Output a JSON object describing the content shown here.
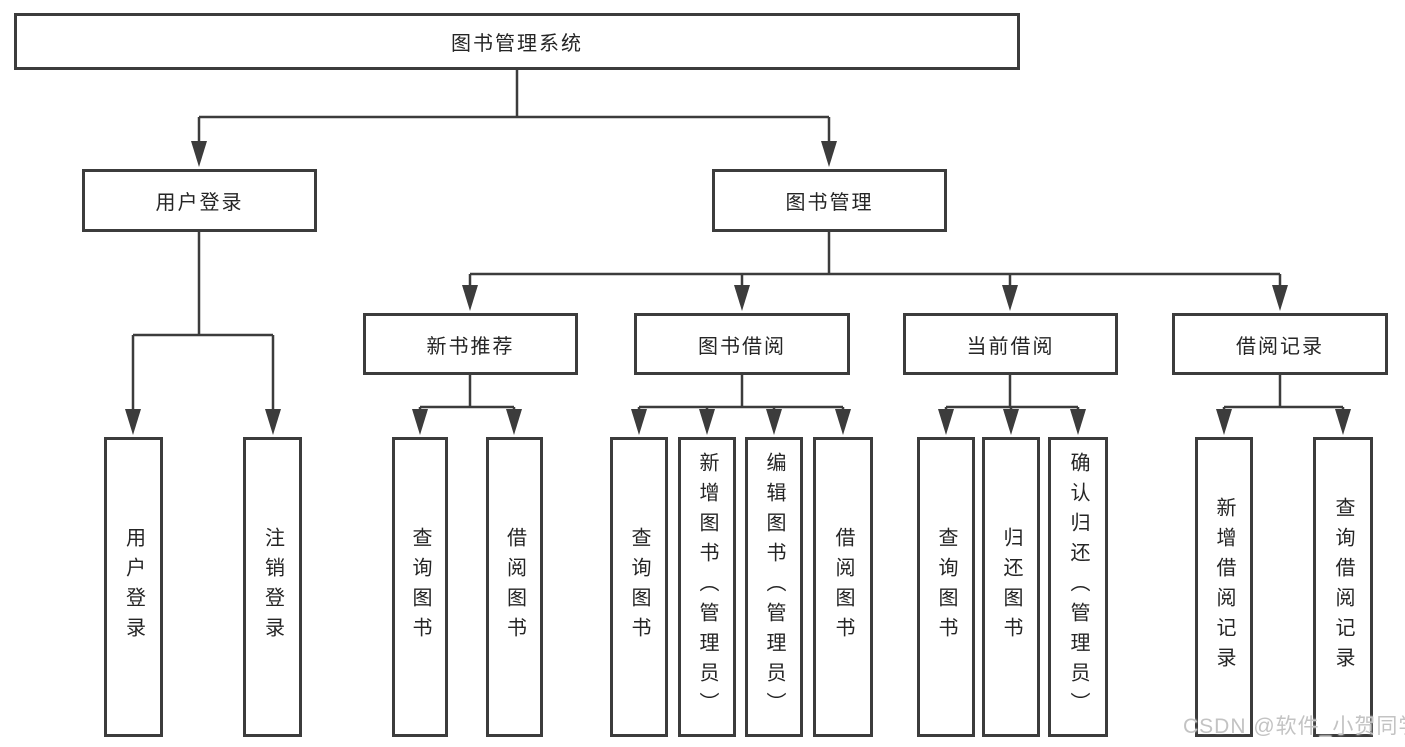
{
  "diagram_type": "hierarchy-tree",
  "colors": {
    "line": "#3c3c3c",
    "box_border": "#3c3c3c",
    "text": "#252525",
    "background": "#ffffff",
    "watermark": "#c3c3c3"
  },
  "tree": {
    "root": {
      "label": "图书管理系统"
    },
    "branches": [
      {
        "label": "用户登录",
        "children": [
          {
            "label": "用户登录"
          },
          {
            "label": "注销登录"
          }
        ]
      },
      {
        "label": "图书管理",
        "children": [
          {
            "label": "新书推荐",
            "children": [
              {
                "label": "查询图书"
              },
              {
                "label": "借阅图书"
              }
            ]
          },
          {
            "label": "图书借阅",
            "children": [
              {
                "label": "查询图书"
              },
              {
                "label": "新增图书（管理员）"
              },
              {
                "label": "编辑图书（管理员）"
              },
              {
                "label": "借阅图书"
              }
            ]
          },
          {
            "label": "当前借阅",
            "children": [
              {
                "label": "查询图书"
              },
              {
                "label": "归还图书"
              },
              {
                "label": "确认归还（管理员）"
              }
            ]
          },
          {
            "label": "借阅记录",
            "children": [
              {
                "label": "新增借阅记录"
              },
              {
                "label": "查询借阅记录"
              }
            ]
          }
        ]
      }
    ]
  },
  "watermark": {
    "text": "CSDN @软件_小贺同学"
  }
}
